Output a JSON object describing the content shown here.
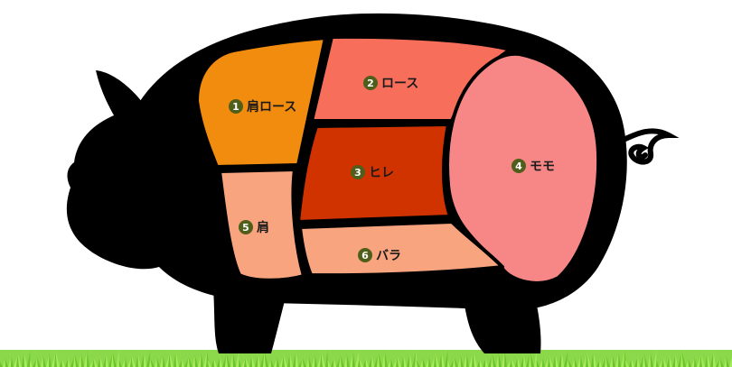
{
  "cuts": [
    {
      "id": "kata-loin",
      "number": "1",
      "label": "肩ロース",
      "color": "#F28C0F"
    },
    {
      "id": "loin",
      "number": "2",
      "label": "ロース",
      "color": "#F76E5A"
    },
    {
      "id": "fillet",
      "number": "3",
      "label": "ヒレ",
      "color": "#D03300"
    },
    {
      "id": "momo",
      "number": "4",
      "label": "モモ",
      "color": "#F78787"
    },
    {
      "id": "kata",
      "number": "5",
      "label": "肩",
      "color": "#F8A47E"
    },
    {
      "id": "bara",
      "number": "6",
      "label": "バラ",
      "color": "#F8A47E"
    }
  ],
  "colors": {
    "pig_body": "#000000",
    "badge": "#4F5E1A",
    "grass_dark": "#6CC42A",
    "grass_light": "#A6EC5E"
  },
  "icons": [
    "pig-silhouette",
    "grass-strip"
  ]
}
